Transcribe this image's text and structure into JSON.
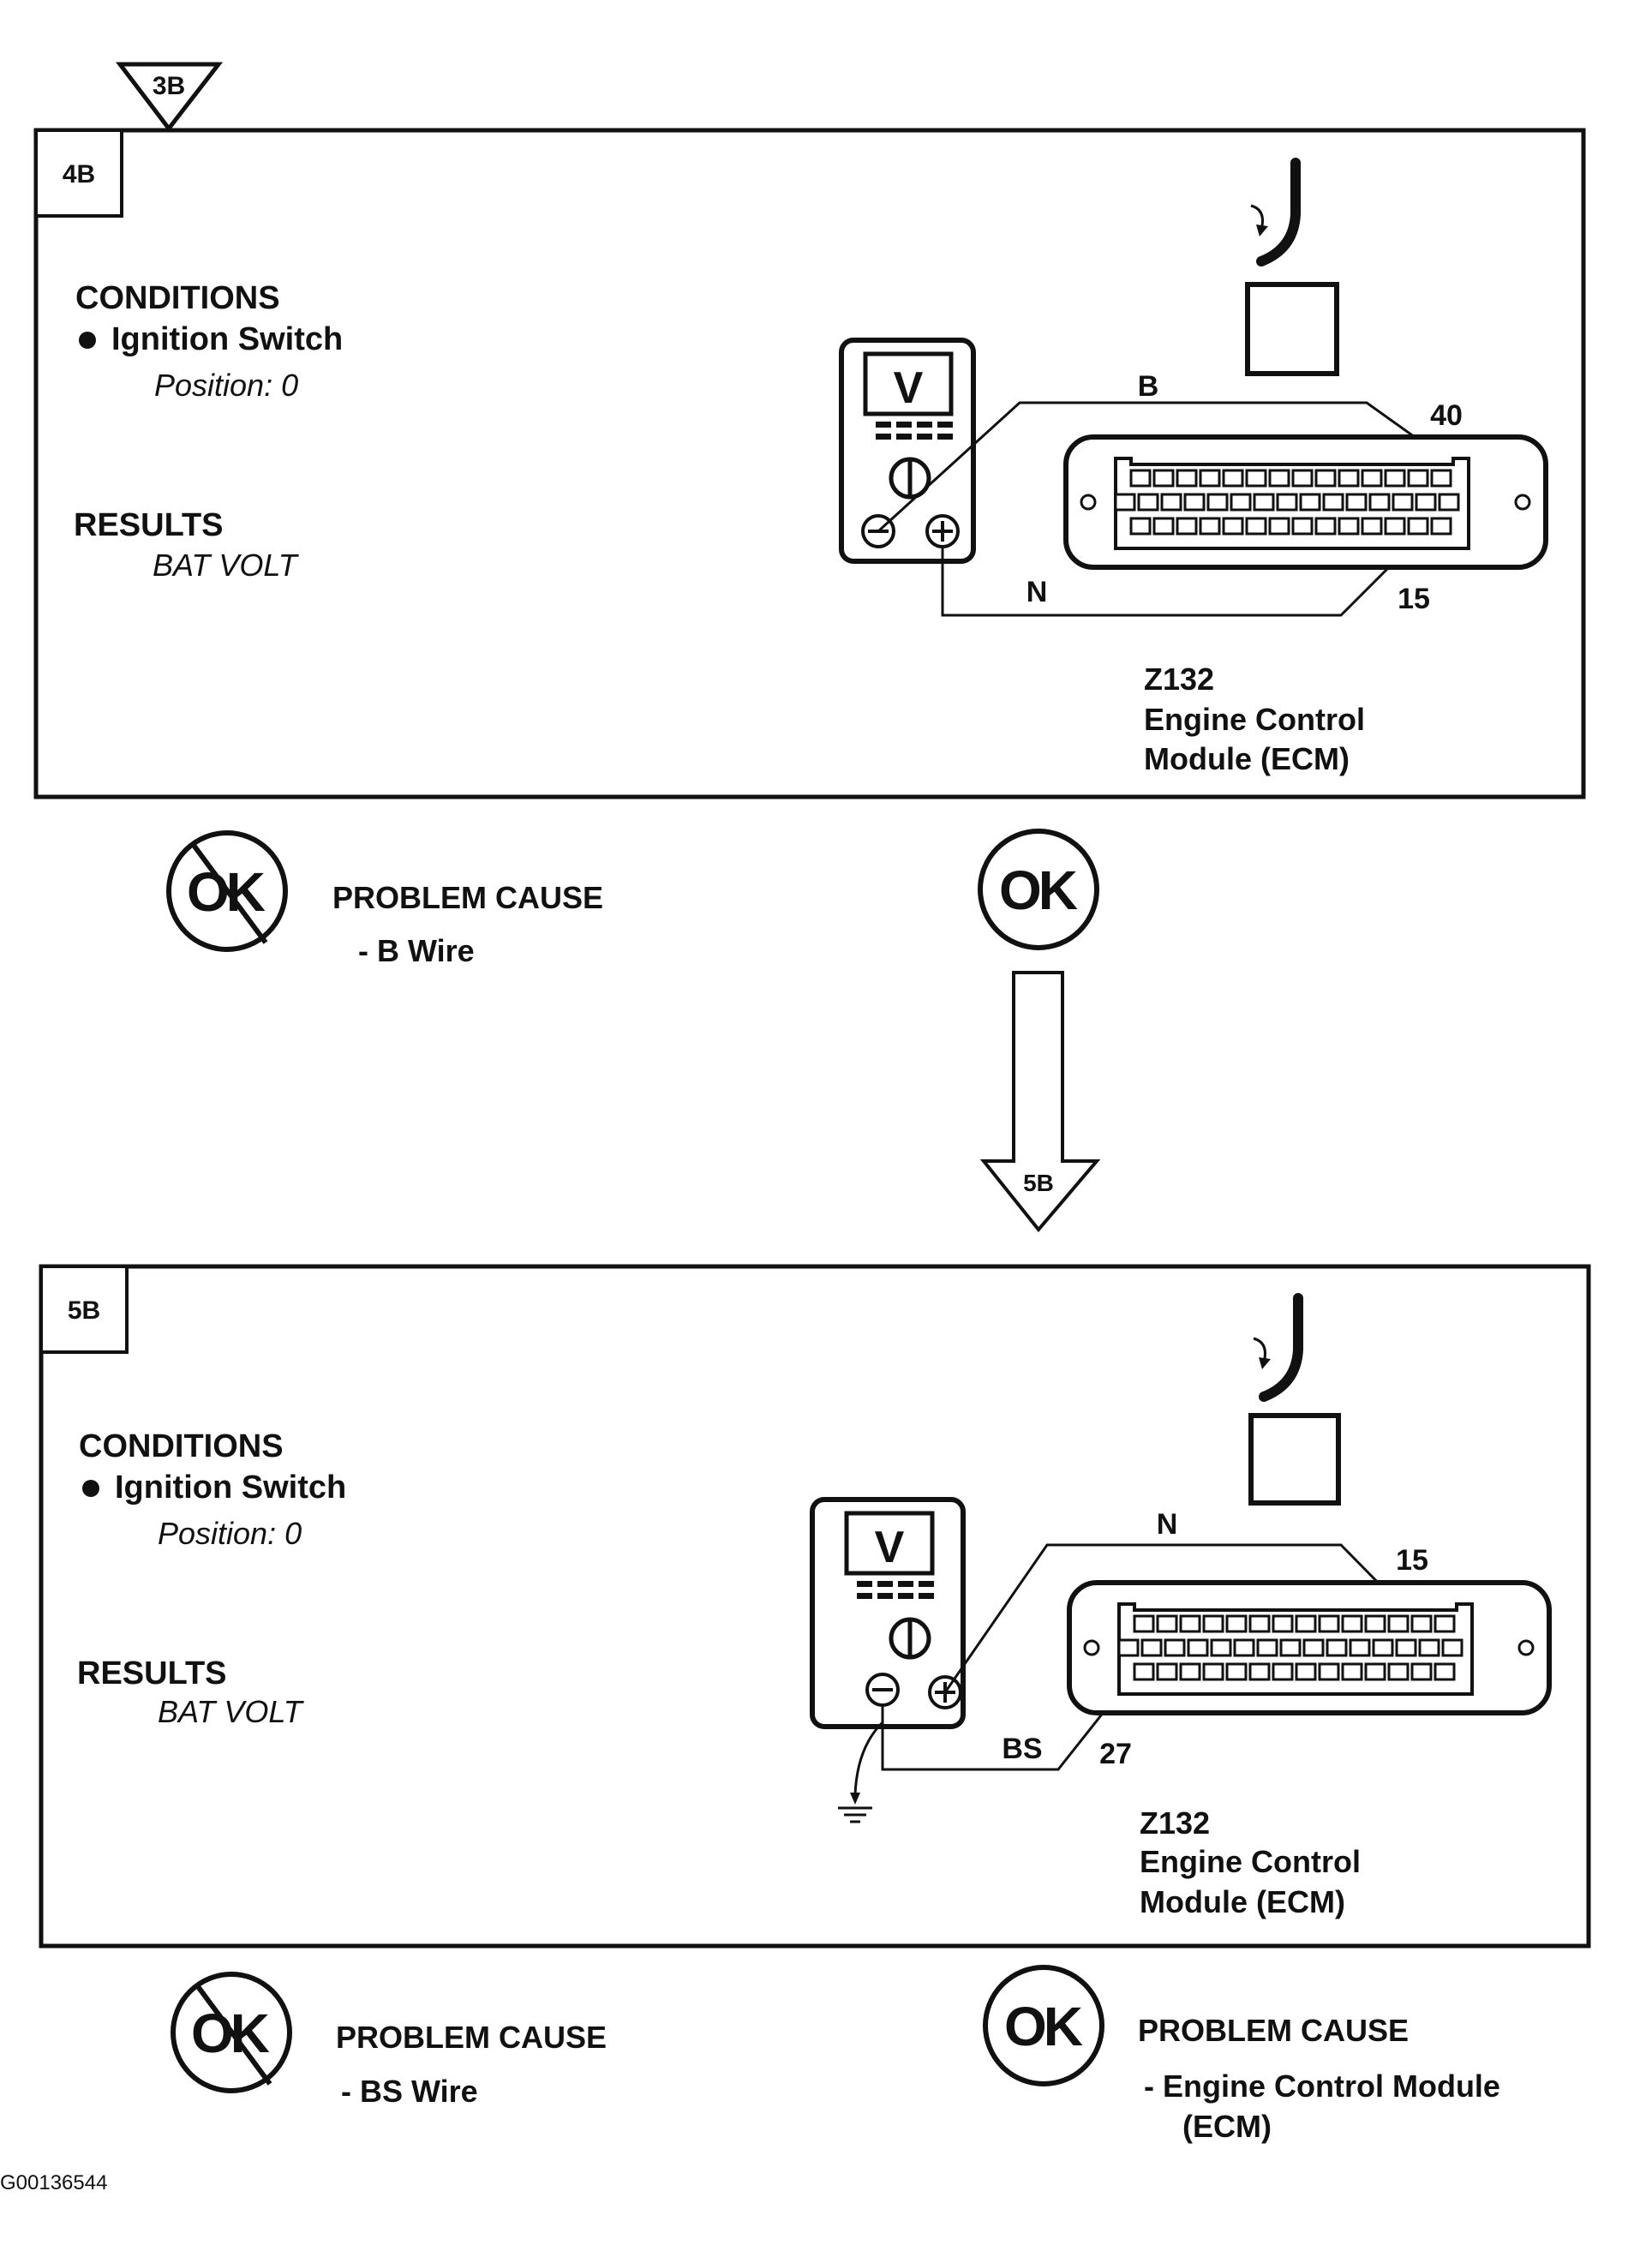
{
  "steps": [
    {
      "id": "4B",
      "entry_tag": "3B",
      "conditions_title": "CONDITIONS",
      "condition_item": "Ignition Switch",
      "condition_position": "Position: 0",
      "results_title": "RESULTS",
      "results_value": "BAT VOLT",
      "meter_label": "V",
      "wire_top_label": "B",
      "wire_bottom_label": "N",
      "pin_top": "40",
      "pin_bottom": "15",
      "module_id": "Z132",
      "module_line1": "Engine Control",
      "module_line2": "Module (ECM)",
      "not_ok_label": "OK",
      "not_ok_cause_title": "PROBLEM CAUSE",
      "not_ok_cause": "-  B  Wire",
      "ok_label": "OK"
    },
    {
      "id": "5B",
      "entry_tag": "5B",
      "conditions_title": "CONDITIONS",
      "condition_item": "Ignition Switch",
      "condition_position": "Position: 0",
      "results_title": "RESULTS",
      "results_value": "BAT VOLT",
      "meter_label": "V",
      "wire_top_label": "N",
      "wire_bottom_label": "BS",
      "pin_top": "15",
      "pin_bottom": "27",
      "module_id": "Z132",
      "module_line1": "Engine Control",
      "module_line2": "Module (ECM)",
      "not_ok_label": "OK",
      "not_ok_cause_title": "PROBLEM CAUSE",
      "not_ok_cause": "-  BS  Wire",
      "ok_label": "OK",
      "ok_cause_title": "PROBLEM CAUSE",
      "ok_cause_line1": "-  Engine Control Module",
      "ok_cause_line2": "(ECM)"
    }
  ],
  "figure_id": "G00136544"
}
